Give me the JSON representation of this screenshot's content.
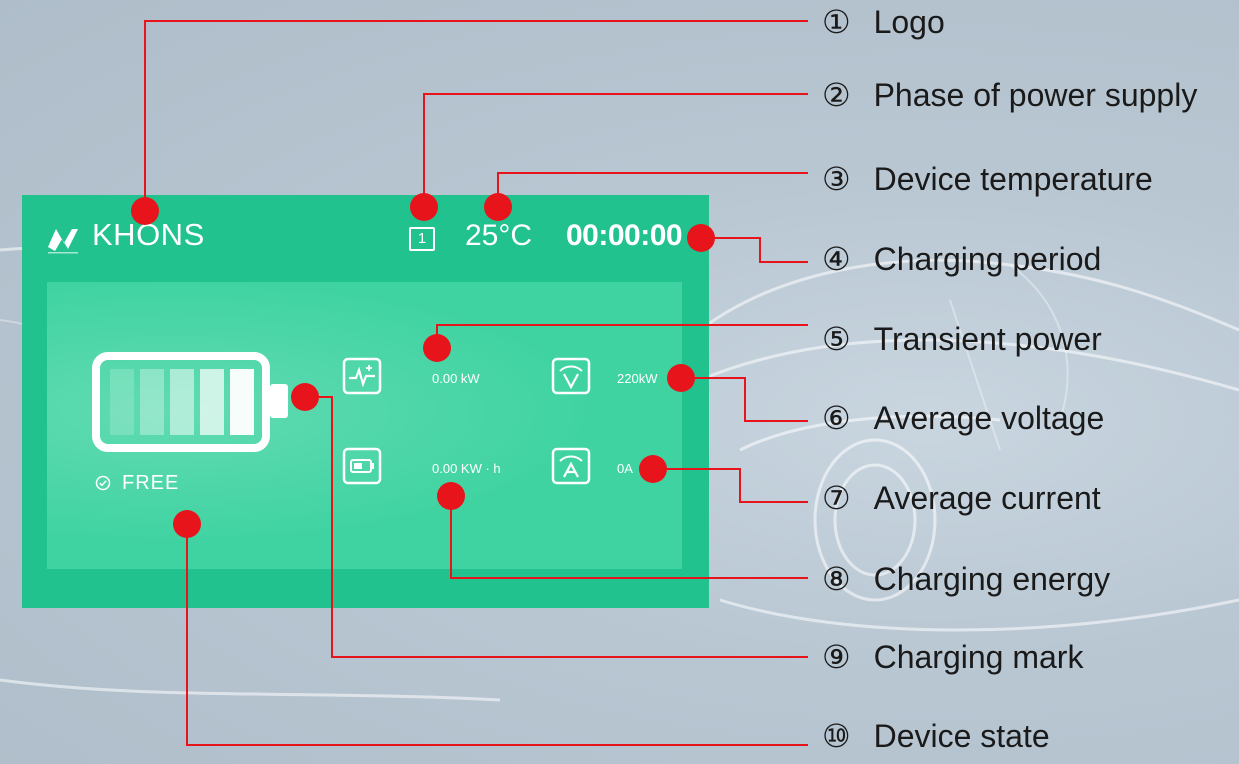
{
  "screen": {
    "brand": "KHONS",
    "phase": "1",
    "temperature": "25°C",
    "charging_time": "00:00:00",
    "state": "FREE",
    "transient_power": "0.00 kW",
    "average_voltage": "220kW",
    "charging_energy": "0.00 KW · h",
    "average_current": "0A"
  },
  "callouts": [
    {
      "num": "①",
      "label": "Logo"
    },
    {
      "num": "②",
      "label": "Phase of power supply"
    },
    {
      "num": "③",
      "label": "Device temperature"
    },
    {
      "num": "④",
      "label": "Charging period"
    },
    {
      "num": "⑤",
      "label": "Transient power"
    },
    {
      "num": "⑥",
      "label": "Average voltage"
    },
    {
      "num": "⑦",
      "label": "Average current"
    },
    {
      "num": "⑧",
      "label": "Charging energy"
    },
    {
      "num": "⑨",
      "label": "Charging mark"
    },
    {
      "num": "⑩",
      "label": "Device state"
    }
  ],
  "colors": {
    "screen": "#21c28e",
    "panel": "#3fd3a1",
    "leader": "#e8141c",
    "dot": "#e8141c"
  }
}
